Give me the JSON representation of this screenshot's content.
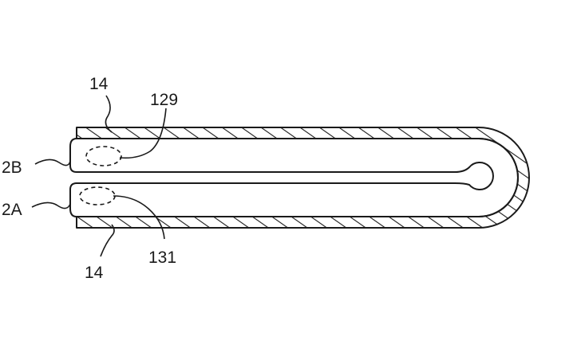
{
  "diagram": {
    "labels": {
      "layer_top": "14",
      "layer_bottom": "14",
      "region_upper": "129",
      "region_lower": "131",
      "panel_upper": "2B",
      "panel_lower": "2A"
    },
    "colors": {
      "ink": "#1a1a1a",
      "background": "#ffffff"
    }
  }
}
